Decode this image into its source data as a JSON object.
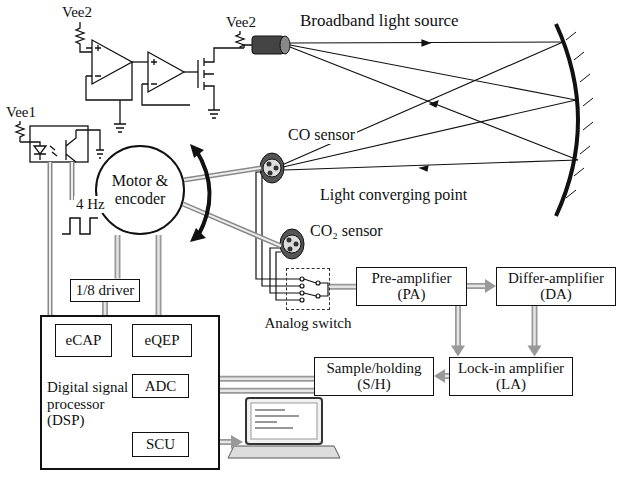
{
  "diagram": {
    "nodes": [
      {
        "text": [
          "Motor & encoder"
        ]
      },
      {
        "text": [
          "1/8 driver"
        ]
      },
      {
        "text": [
          "Analog switch"
        ]
      },
      {
        "text": [
          "Pre-amplifier (PA)"
        ]
      },
      {
        "text": [
          "Differ-amplifier (DA)"
        ]
      },
      {
        "text": [
          "Lock-in amplifier (LA)"
        ]
      },
      {
        "text": [
          "Sample/holding (S/H)"
        ]
      },
      {
        "text": [
          "Digital signal processor (DSP)"
        ]
      },
      {
        "text": [
          "eCAP"
        ],
        "in": 7
      },
      {
        "text": [
          "eQEP"
        ],
        "in": 7
      },
      {
        "text": [
          "ADC"
        ],
        "in": 7
      },
      {
        "text": [
          "SCU"
        ],
        "in": 7
      }
    ],
    "edges": [
      {
        "from": 3,
        "to": 4,
        "arrow": "to"
      },
      {
        "from": 3,
        "to": 5,
        "arrow": "to"
      },
      {
        "from": 4,
        "to": 5,
        "arrow": "to"
      },
      {
        "from": 5,
        "to": 6,
        "arrow": "to"
      },
      {
        "from": 6,
        "to": 10,
        "arrow": "to"
      },
      {
        "from": 6,
        "to": 10,
        "arrow": "to"
      },
      {
        "from": 2,
        "to": 3,
        "arrow": "none"
      },
      {
        "from": 1,
        "to": 0,
        "arrow": "none"
      },
      {
        "from": 9,
        "to": 0,
        "arrow": "none"
      },
      {
        "from": 7,
        "to": 1,
        "arrow": "none"
      }
    ],
    "labels": [
      "Vee2",
      "Vee2",
      "Vee1",
      "Broadband light source",
      "CO sensor",
      "Light converging point",
      "CO₂ sensor",
      "4 Hz"
    ]
  }
}
